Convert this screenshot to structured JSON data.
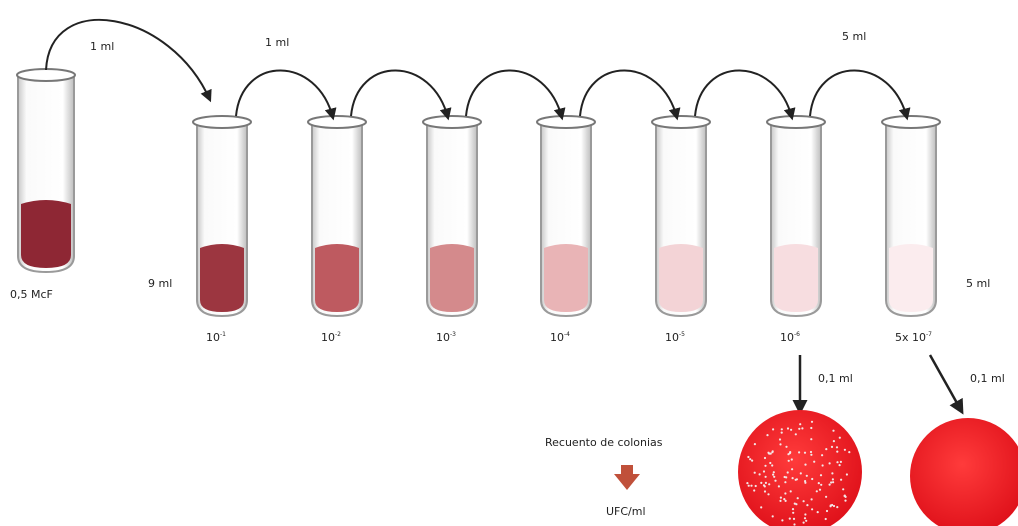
{
  "colors": {
    "stock": "#8e2734",
    "tube_fills": [
      "#9c3640",
      "#be5a60",
      "#d48a8c",
      "#e9b4b6",
      "#f3d3d6",
      "#f7dde0",
      "#fbecee"
    ],
    "plate": "#ee1c25",
    "down_arrow": "#c0503a"
  },
  "stock": {
    "label": "0,5 McF"
  },
  "transfers": {
    "first": "1 ml",
    "series": "1 ml",
    "last": "5 ml"
  },
  "volumes": {
    "left": "9 ml",
    "right": "5 ml"
  },
  "dilutions": [
    {
      "base": "10",
      "exp": "-1"
    },
    {
      "base": "10",
      "exp": "-2"
    },
    {
      "base": "10",
      "exp": "-3"
    },
    {
      "base": "10",
      "exp": "-4"
    },
    {
      "base": "10",
      "exp": "-5"
    },
    {
      "base": "10",
      "exp": "-6"
    },
    {
      "base": "5x 10",
      "exp": "-7"
    }
  ],
  "plating": {
    "volume_a": "0,1 ml",
    "volume_b": "0,1 ml"
  },
  "result": {
    "count_label": "Recuento de colonias",
    "unit": "UFC/ml"
  },
  "icons": [
    "test-tube-icon",
    "petri-dish-icon",
    "curved-arrow-icon",
    "down-arrow-icon"
  ]
}
